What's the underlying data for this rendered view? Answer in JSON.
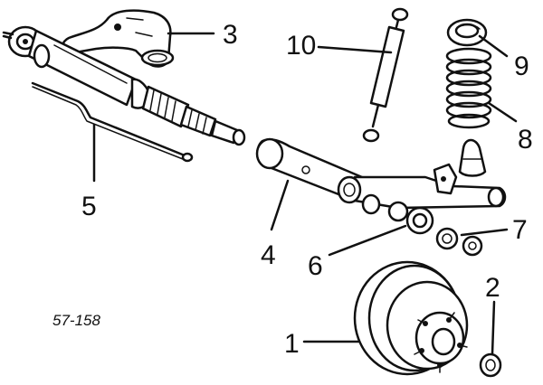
{
  "diagram": {
    "figure_code": "57-158",
    "parts": [
      {
        "id": "1",
        "label": "1",
        "name": "brake-drum"
      },
      {
        "id": "2",
        "label": "2",
        "name": "wheel-nut"
      },
      {
        "id": "3",
        "label": "3",
        "name": "mounting-bracket"
      },
      {
        "id": "4",
        "label": "4",
        "name": "axle-beam"
      },
      {
        "id": "5",
        "label": "5",
        "name": "stabilizer-rod"
      },
      {
        "id": "6",
        "label": "6",
        "name": "bushing"
      },
      {
        "id": "7",
        "label": "7",
        "name": "nut"
      },
      {
        "id": "8",
        "label": "8",
        "name": "coil-spring"
      },
      {
        "id": "9",
        "label": "9",
        "name": "spring-seat"
      },
      {
        "id": "10",
        "label": "10",
        "name": "shock-absorber"
      }
    ]
  }
}
